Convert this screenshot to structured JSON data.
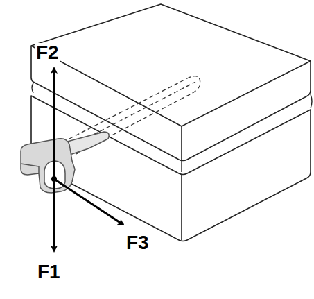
{
  "diagram": {
    "labels": [
      "F2",
      "F1",
      "F3"
    ]
  }
}
